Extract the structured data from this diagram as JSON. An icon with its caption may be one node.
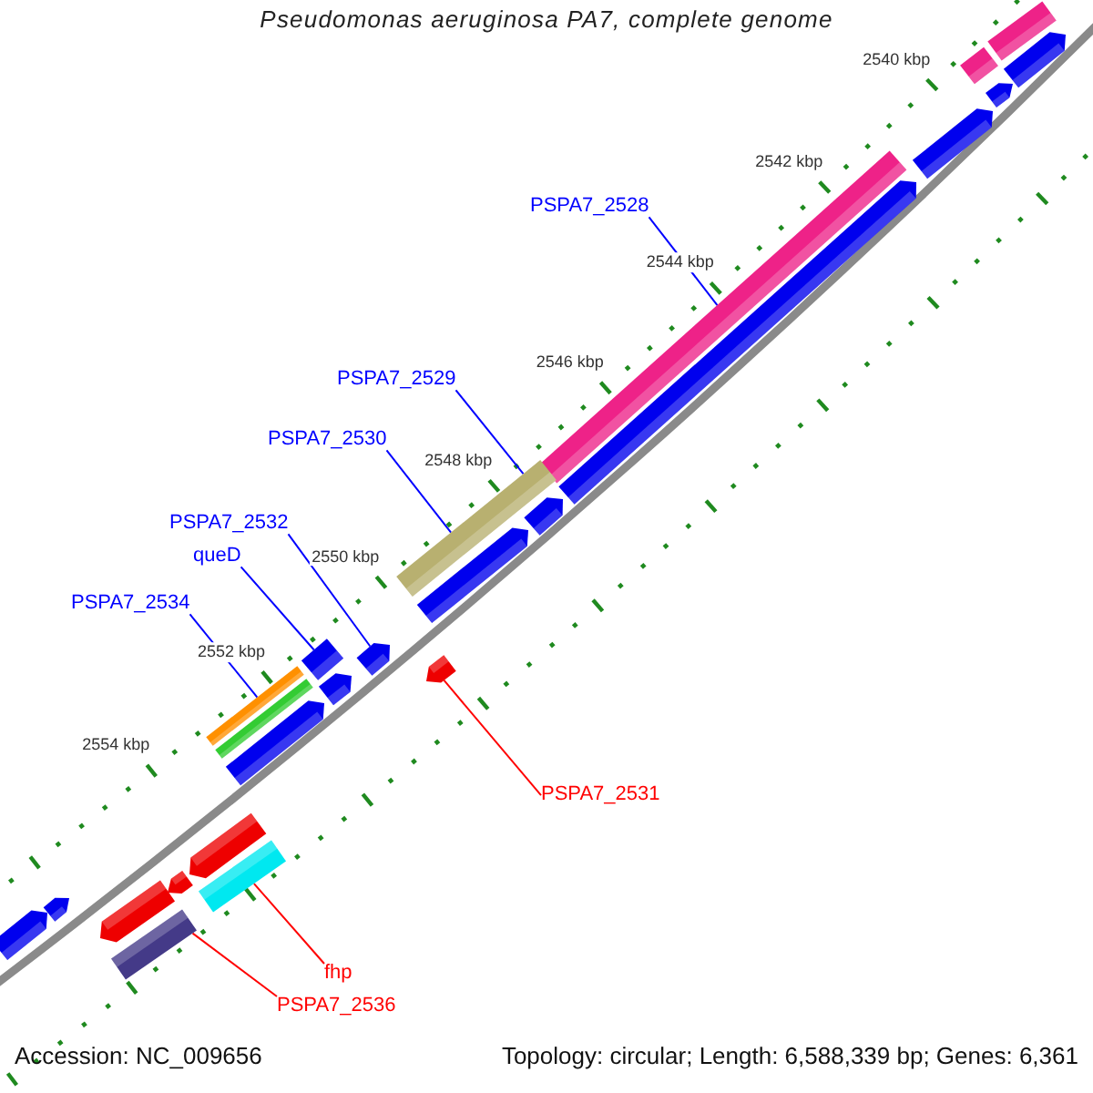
{
  "diagram": {
    "title": "Pseudomonas aeruginosa PA7, complete genome",
    "nodes": [
      {
        "text": [
          "PSPA7_2528"
        ]
      },
      {
        "text": [
          "PSPA7_2529"
        ]
      },
      {
        "text": [
          "PSPA7_2530"
        ]
      },
      {
        "text": [
          "PSPA7_2532"
        ]
      },
      {
        "text": [
          "queD"
        ]
      },
      {
        "text": [
          "PSPA7_2534"
        ]
      },
      {
        "text": [
          "PSPA7_2531"
        ]
      },
      {
        "text": [
          "fhp"
        ]
      },
      {
        "text": [
          "PSPA7_2536"
        ]
      },
      {
        "text": [],
        "shape": "bar"
      },
      {
        "text": [],
        "shape": "bar"
      },
      {
        "text": [],
        "shape": "pentagon"
      },
      {
        "text": [],
        "shape": "bar"
      },
      {
        "text": [],
        "shape": "bar"
      },
      {
        "text": [],
        "shape": "pentagon"
      },
      {
        "text": [],
        "shape": "bar"
      },
      {
        "text": [],
        "shape": "bar"
      },
      {
        "text": [],
        "shape": "bar"
      },
      {
        "text": [],
        "shape": "bar"
      },
      {
        "text": [],
        "shape": "pentagon"
      },
      {
        "text": [],
        "shape": "pentagon"
      },
      {
        "text": [],
        "shape": "pentagon"
      },
      {
        "text": [],
        "shape": "pentagon"
      },
      {
        "text": [],
        "shape": "pentagon"
      },
      {
        "text": [],
        "shape": "pentagon"
      },
      {
        "text": [],
        "shape": "pentagon"
      },
      {
        "text": [],
        "shape": "pentagon"
      },
      {
        "text": [],
        "shape": "pentagon"
      },
      {
        "text": [],
        "shape": "pentagon"
      },
      {
        "text": [],
        "shape": "bar"
      },
      {
        "text": [],
        "shape": "pentagon"
      },
      {
        "text": [],
        "shape": "pentagon"
      },
      {
        "text": [],
        "shape": "pentagon"
      }
    ],
    "edges": [
      {
        "from": 0,
        "to": 9,
        "arrow": "none"
      },
      {
        "from": 1,
        "to": 10,
        "arrow": "none"
      },
      {
        "from": 2,
        "to": 10,
        "arrow": "none"
      },
      {
        "from": 3,
        "to": 11,
        "arrow": "none"
      },
      {
        "from": 4,
        "to": 12,
        "arrow": "none"
      },
      {
        "from": 5,
        "to": 13,
        "arrow": "none"
      },
      {
        "from": 6,
        "to": 14,
        "arrow": "none",
        "color": "#ff0000"
      },
      {
        "from": 7,
        "to": 15,
        "arrow": "none",
        "color": "#ff0000"
      },
      {
        "from": 8,
        "to": 16,
        "arrow": "none",
        "color": "#ff0000"
      }
    ],
    "labels": [
      "2540 kbp",
      "2542 kbp",
      "2544 kbp",
      "2546 kbp",
      "2548 kbp",
      "2550 kbp",
      "2552 kbp",
      "2554 kbp",
      "Accession: NC_009656",
      "Topology: circular; Length: 6,588,339 bp; Genes: 6,361"
    ]
  }
}
